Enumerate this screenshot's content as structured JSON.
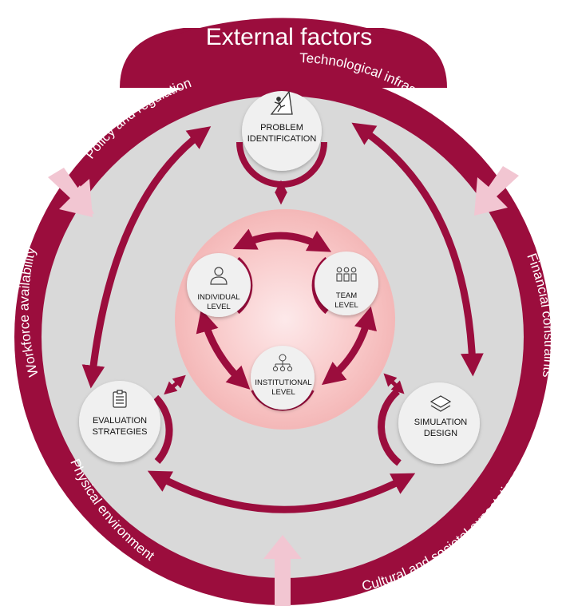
{
  "title": "External factors",
  "external_factors": [
    "Policy and regulation",
    "Technological infrastructure",
    "Financial constraints",
    "Cultural and societal expectations",
    "Physical environment",
    "Workforce availability"
  ],
  "phases": {
    "problem_identification": [
      "PROBLEM",
      "IDENTIFICATION"
    ],
    "simulation_design": [
      "SIMULATION",
      "DESIGN"
    ],
    "evaluation_strategies": [
      "EVALUATION",
      "STRATEGIES"
    ]
  },
  "levels": {
    "individual": [
      "INDIVIDUAL",
      "LEVEL"
    ],
    "team": [
      "TEAM",
      "LEVEL"
    ],
    "institutional": [
      "INSTITUTIONAL",
      "LEVEL"
    ]
  },
  "icons": {
    "problem_identification": "climber-icon",
    "simulation_design": "layers-icon",
    "evaluation_strategies": "clipboard-checklist-icon",
    "individual": "person-icon",
    "team": "team-icon",
    "institutional": "org-chart-icon"
  },
  "colors": {
    "maroon": "#9b0d3d",
    "grey": "#d9d9d9",
    "pink_arrow": "#f2c6d2",
    "white": "#ffffff"
  }
}
